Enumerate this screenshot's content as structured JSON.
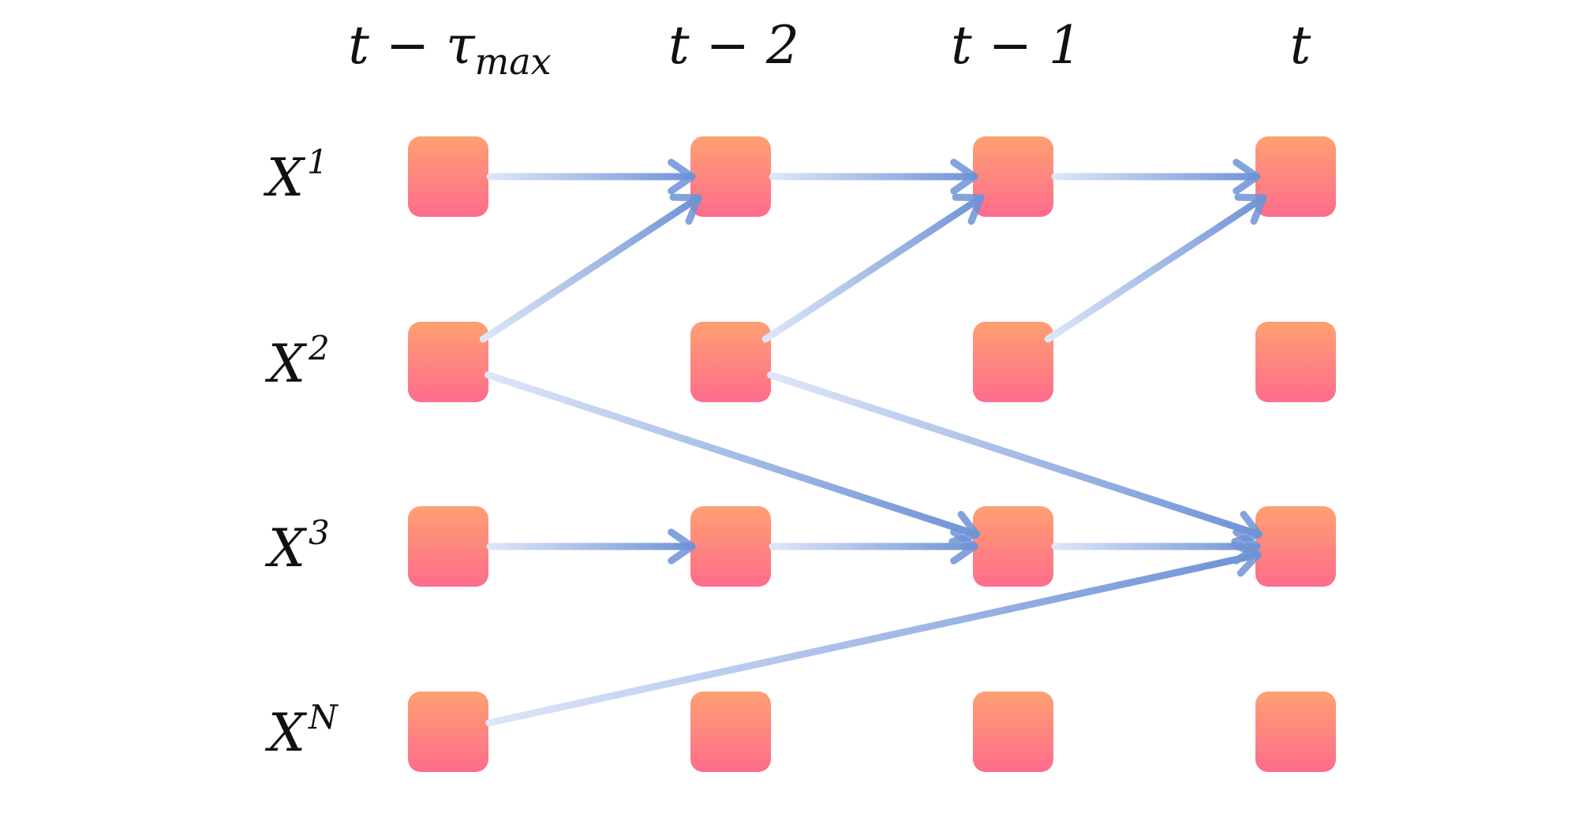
{
  "columns": [
    {
      "id": "c0",
      "main": "t − τ",
      "sub": "max"
    },
    {
      "id": "c1",
      "main": "t − 2"
    },
    {
      "id": "c2",
      "main": "t − 1"
    },
    {
      "id": "c3",
      "main": "t"
    }
  ],
  "rows": [
    {
      "id": "r0",
      "main": "X",
      "sup": "1"
    },
    {
      "id": "r1",
      "main": "X",
      "sup": "2"
    },
    {
      "id": "r2",
      "main": "X",
      "sup": "3"
    },
    {
      "id": "r3",
      "main": "X",
      "sup": "N"
    }
  ],
  "colors": {
    "node_top": "#fea072",
    "node_bottom": "#fe6c8c",
    "arrow_start": "#dde6f8",
    "arrow_end": "#6f93d6"
  },
  "edges": [
    {
      "from": [
        0,
        0
      ],
      "to": [
        0,
        1
      ]
    },
    {
      "from": [
        0,
        1
      ],
      "to": [
        0,
        2
      ]
    },
    {
      "from": [
        0,
        2
      ],
      "to": [
        0,
        3
      ]
    },
    {
      "from": [
        1,
        0
      ],
      "to": [
        0,
        1
      ]
    },
    {
      "from": [
        1,
        1
      ],
      "to": [
        0,
        2
      ]
    },
    {
      "from": [
        1,
        2
      ],
      "to": [
        0,
        3
      ]
    },
    {
      "from": [
        1,
        0
      ],
      "to": [
        2,
        2
      ]
    },
    {
      "from": [
        1,
        1
      ],
      "to": [
        2,
        3
      ]
    },
    {
      "from": [
        2,
        0
      ],
      "to": [
        2,
        1
      ]
    },
    {
      "from": [
        2,
        1
      ],
      "to": [
        2,
        2
      ]
    },
    {
      "from": [
        2,
        2
      ],
      "to": [
        2,
        3
      ]
    },
    {
      "from": [
        3,
        0
      ],
      "to": [
        2,
        3
      ]
    }
  ]
}
